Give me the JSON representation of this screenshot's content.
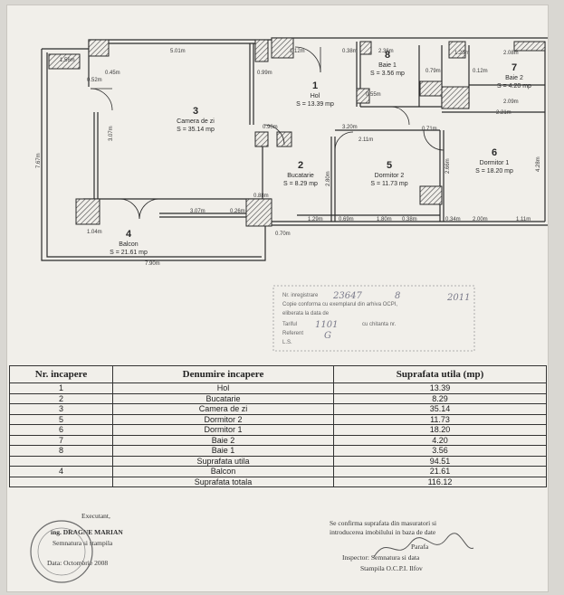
{
  "rooms": [
    {
      "num": "1",
      "name": "Hol",
      "area": "S = 13.39 mp"
    },
    {
      "num": "2",
      "name": "Bucatarie",
      "area": "S = 8.29 mp"
    },
    {
      "num": "3",
      "name": "Camera de zi",
      "area": "S = 35.14 mp"
    },
    {
      "num": "4",
      "name": "Balcon",
      "area": "S = 21.61 mp"
    },
    {
      "num": "5",
      "name": "Dormitor 2",
      "area": "S = 11.73 mp"
    },
    {
      "num": "6",
      "name": "Dormitor 1",
      "area": "S = 18.20 mp"
    },
    {
      "num": "7",
      "name": "Baie 2",
      "area": "S = 4.20 mp"
    },
    {
      "num": "8",
      "name": "Baie 1",
      "area": "S = 3.56 mp"
    }
  ],
  "dims": {
    "d501": "5.01m",
    "d112": "1.12m",
    "d156": "1.56m",
    "d045": "0.45m",
    "d052": "0.52m",
    "d099": "0.99m",
    "d038": "0.38m",
    "d236": "2.36m",
    "d125": "1.25m",
    "d208": "2.08m",
    "d012": "0.12m",
    "d055": "0.55m",
    "d079": "0.79m",
    "d071": "0.71m",
    "d320": "3.20m",
    "d211": "2.11m",
    "d090": "0.90m",
    "d280": "2.80m",
    "d307": "3.07m",
    "d029": "0.26m",
    "d308": "3.07m",
    "d088": "0.88m",
    "d129": "1.29m",
    "d069": "0.69m",
    "d180": "1.80m",
    "d034": "0.34m",
    "d200": "2.00m",
    "d111": "1.11m",
    "d104": "1.04m",
    "d790": "7.90m",
    "d070": "0.70m",
    "d221": "2.21m",
    "d209": "2.09m",
    "d767": "7.67m",
    "d428": "4.28m",
    "d266": "2.66m"
  },
  "stamp": {
    "line1": "Nr. inregistrare",
    "line2": "Copie conforma cu exemplarul din arhiva OCPI,",
    "line3": "eliberata la data de",
    "line4": "Tariful",
    "line5": "cu chitanta nr.",
    "line6": "Referent",
    "line7": "L.S.",
    "hand1": "23647",
    "hand2": "8",
    "hand3": "2011",
    "hand4": "1101",
    "hand5": "G"
  },
  "table": {
    "headers": [
      "Nr. incapere",
      "Denumire incapere",
      "Suprafata utila (mp)"
    ],
    "rows": [
      {
        "n": "1",
        "name": "Hol",
        "area": "13.39"
      },
      {
        "n": "2",
        "name": "Bucatarie",
        "area": "8.29"
      },
      {
        "n": "3",
        "name": "Camera de zi",
        "area": "35.14"
      },
      {
        "n": "5",
        "name": "Dormitor 2",
        "area": "11.73"
      },
      {
        "n": "6",
        "name": "Dormitor 1",
        "area": "18.20"
      },
      {
        "n": "7",
        "name": "Baie 2",
        "area": "4.20"
      },
      {
        "n": "8",
        "name": "Baie 1",
        "area": "3.56"
      },
      {
        "n": "",
        "name": "Suprafata utila",
        "area": "94.51"
      },
      {
        "n": "4",
        "name": "Balcon",
        "area": "21.61"
      },
      {
        "n": "",
        "name": "Suprafata totala",
        "area": "116.12"
      }
    ]
  },
  "footer": {
    "left1": "Executant,",
    "left2": "ing. DRAGNE MARIAN",
    "left3": "Semnatura si stampila",
    "left4": "Data: Octombrie 2008",
    "right1": "Se confirma suprafata din masuratori si",
    "right2": "introducerea imobilului in baza de date",
    "right3": "Parafa",
    "right4": "Inspector: Semnatura si data",
    "right5": "Stampila O.C.P.I. Ilfov"
  }
}
